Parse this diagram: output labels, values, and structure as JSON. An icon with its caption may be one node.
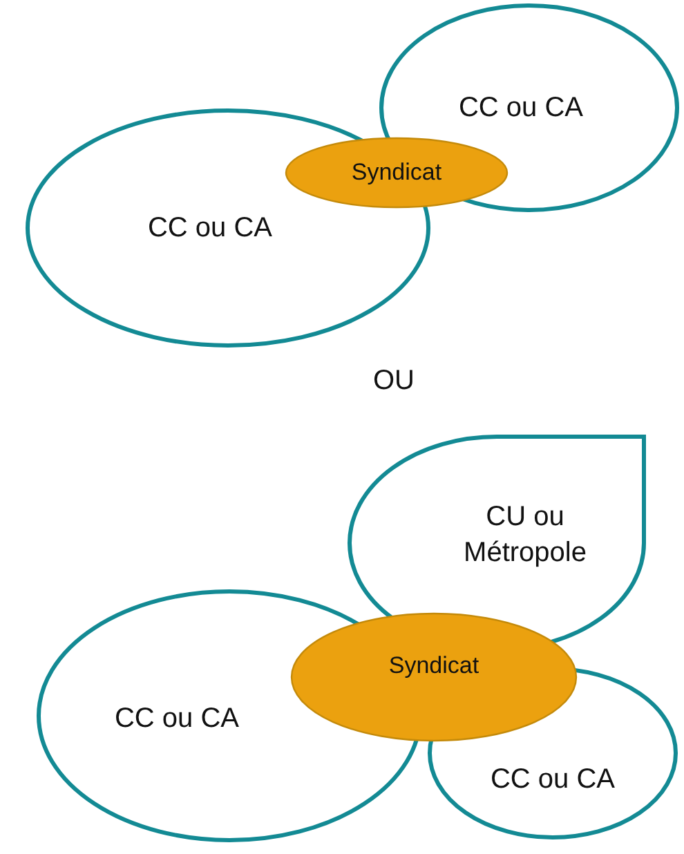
{
  "diagram": {
    "nodes": [
      {
        "text": [
          "CC ou CA"
        ]
      },
      {
        "text": [
          "Syndicat"
        ]
      },
      {
        "text": [
          "CC ou CA"
        ]
      },
      {
        "text": [
          "CU ou Métropole"
        ]
      },
      {
        "text": [
          "Syndicat"
        ]
      },
      {
        "text": [
          "CC ou CA"
        ]
      },
      {
        "text": [
          "CC ou CA"
        ]
      }
    ],
    "labels": [
      "OU"
    ]
  }
}
